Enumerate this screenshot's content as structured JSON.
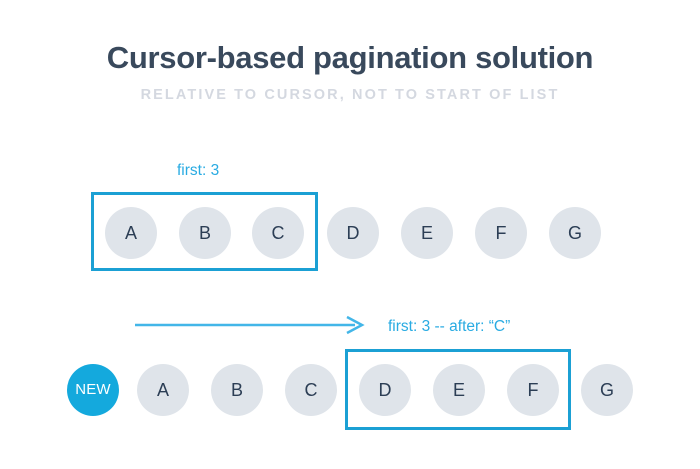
{
  "header": {
    "title": "Cursor-based pagination solution",
    "subtitle": "Relative to cursor, not to start of list"
  },
  "colors": {
    "accent_blue": "#1ba0d4",
    "label_blue": "#29abe2",
    "new_badge": "#14a9dd",
    "node_fill": "#dfe4ea",
    "node_text": "#2c3e55",
    "title_text": "#39495c",
    "subtitle_text": "#d4d8e0",
    "background": "#ffffff"
  },
  "row_one": {
    "label": "first: 3",
    "nodes": [
      {
        "label": "A",
        "selected": true
      },
      {
        "label": "B",
        "selected": true
      },
      {
        "label": "C",
        "selected": true
      },
      {
        "label": "D",
        "selected": false
      },
      {
        "label": "E",
        "selected": false
      },
      {
        "label": "F",
        "selected": false
      },
      {
        "label": "G",
        "selected": false
      }
    ],
    "selection_count": 3
  },
  "transition": {
    "arrow": "arrow-right",
    "label": "first: 3 -- after: “C”"
  },
  "row_two": {
    "nodes": [
      {
        "label": "NEW",
        "selected": false,
        "badge": true
      },
      {
        "label": "A",
        "selected": false
      },
      {
        "label": "B",
        "selected": false
      },
      {
        "label": "C",
        "selected": false
      },
      {
        "label": "D",
        "selected": true
      },
      {
        "label": "E",
        "selected": true
      },
      {
        "label": "F",
        "selected": true
      },
      {
        "label": "G",
        "selected": false
      }
    ],
    "selection_count": 3
  }
}
